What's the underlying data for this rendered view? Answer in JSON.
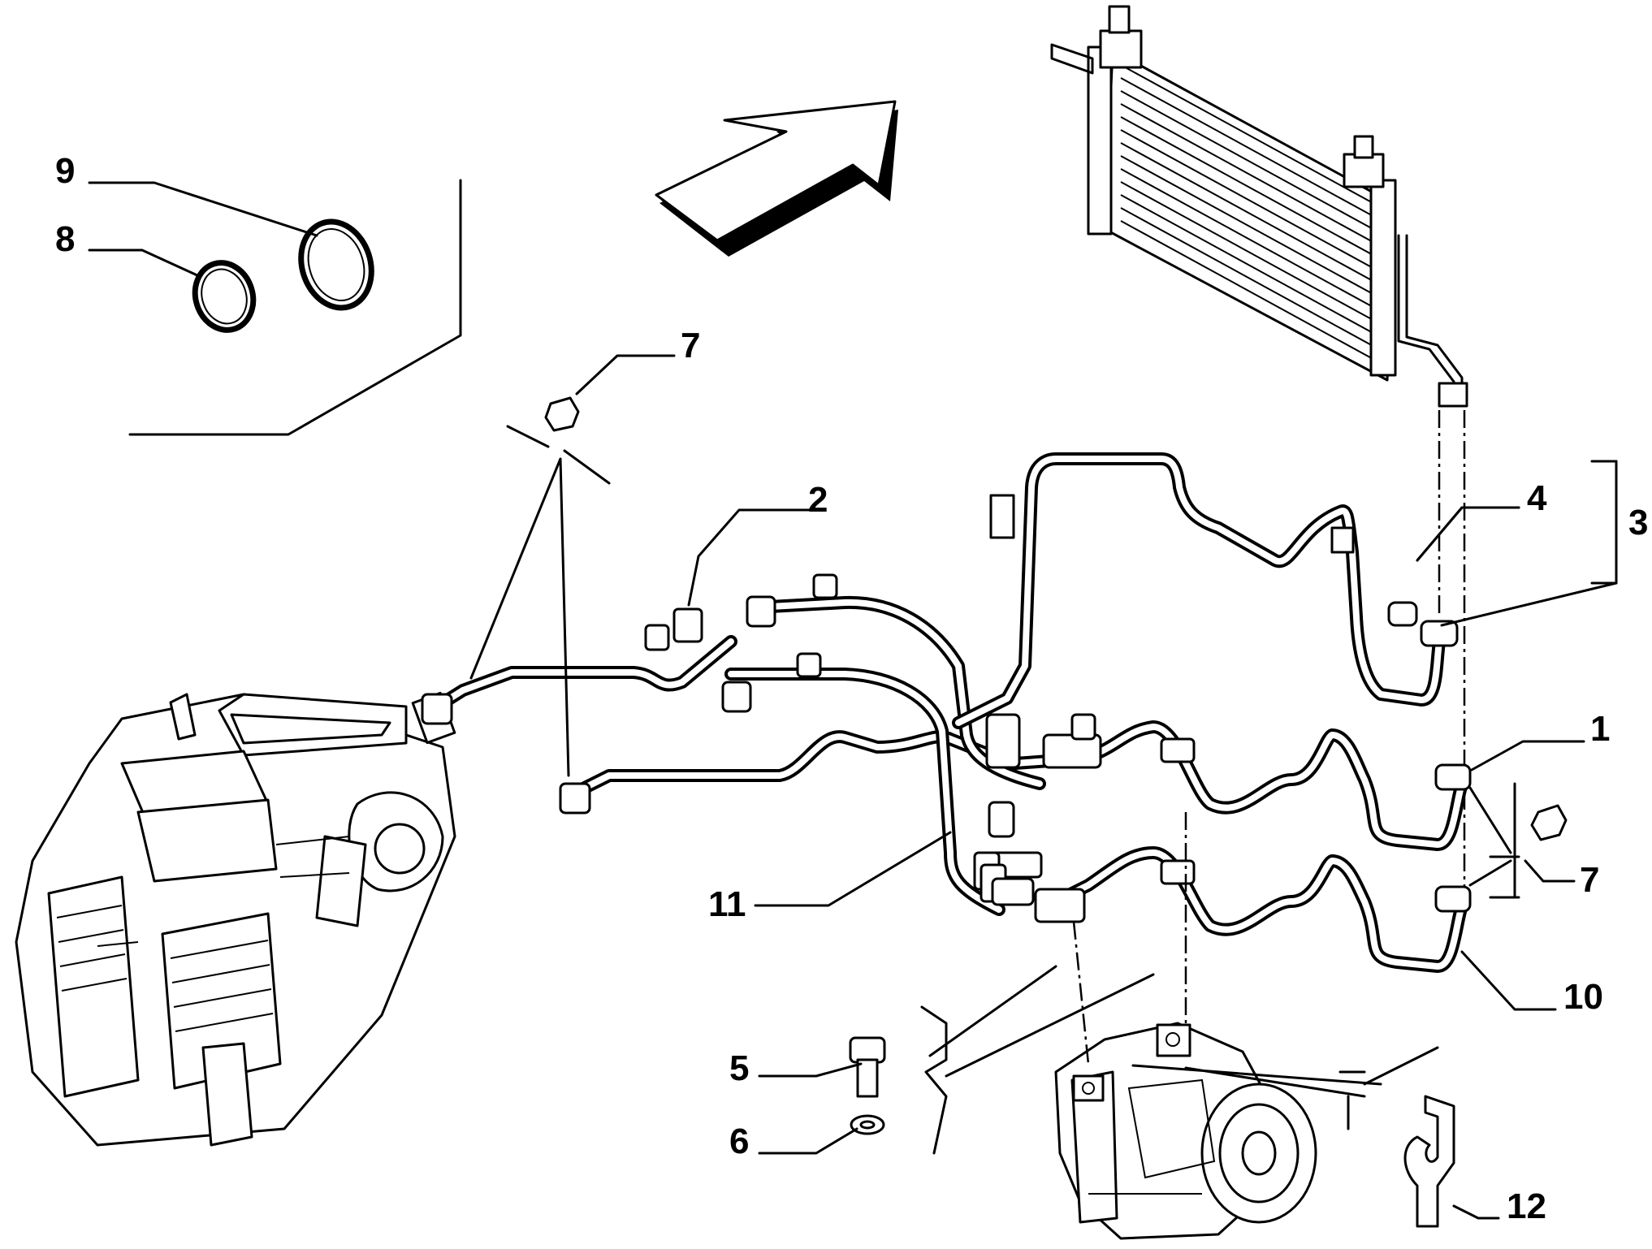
{
  "diagram": {
    "callouts": {
      "c1": "1",
      "c2": "2",
      "c3": "3",
      "c4": "4",
      "c5": "5",
      "c6": "6",
      "c7a": "7",
      "c7b": "7",
      "c8": "8",
      "c9": "9",
      "c10": "10",
      "c11": "11",
      "c12": "12"
    }
  }
}
